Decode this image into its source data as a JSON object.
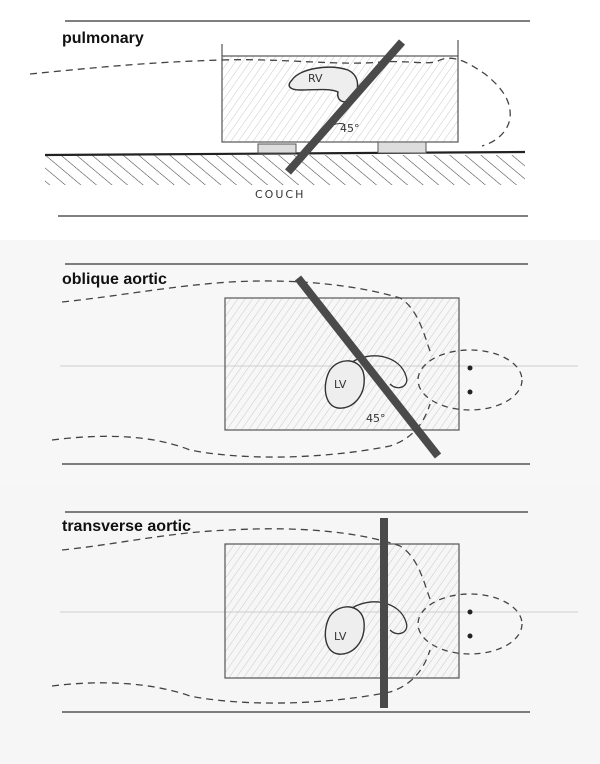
{
  "panels": [
    {
      "title": "pulmonary",
      "labels": {
        "ventricle": "RV",
        "angle": "45°",
        "couch": "COUCH"
      }
    },
    {
      "title": "oblique aortic",
      "labels": {
        "ventricle": "LV",
        "angle": "45°"
      }
    },
    {
      "title": "transverse aortic",
      "labels": {
        "ventricle": "LV"
      }
    }
  ],
  "colors": {
    "bar": "#4a4a4a",
    "ink": "#333333",
    "hatch": "#bdbdbd"
  }
}
